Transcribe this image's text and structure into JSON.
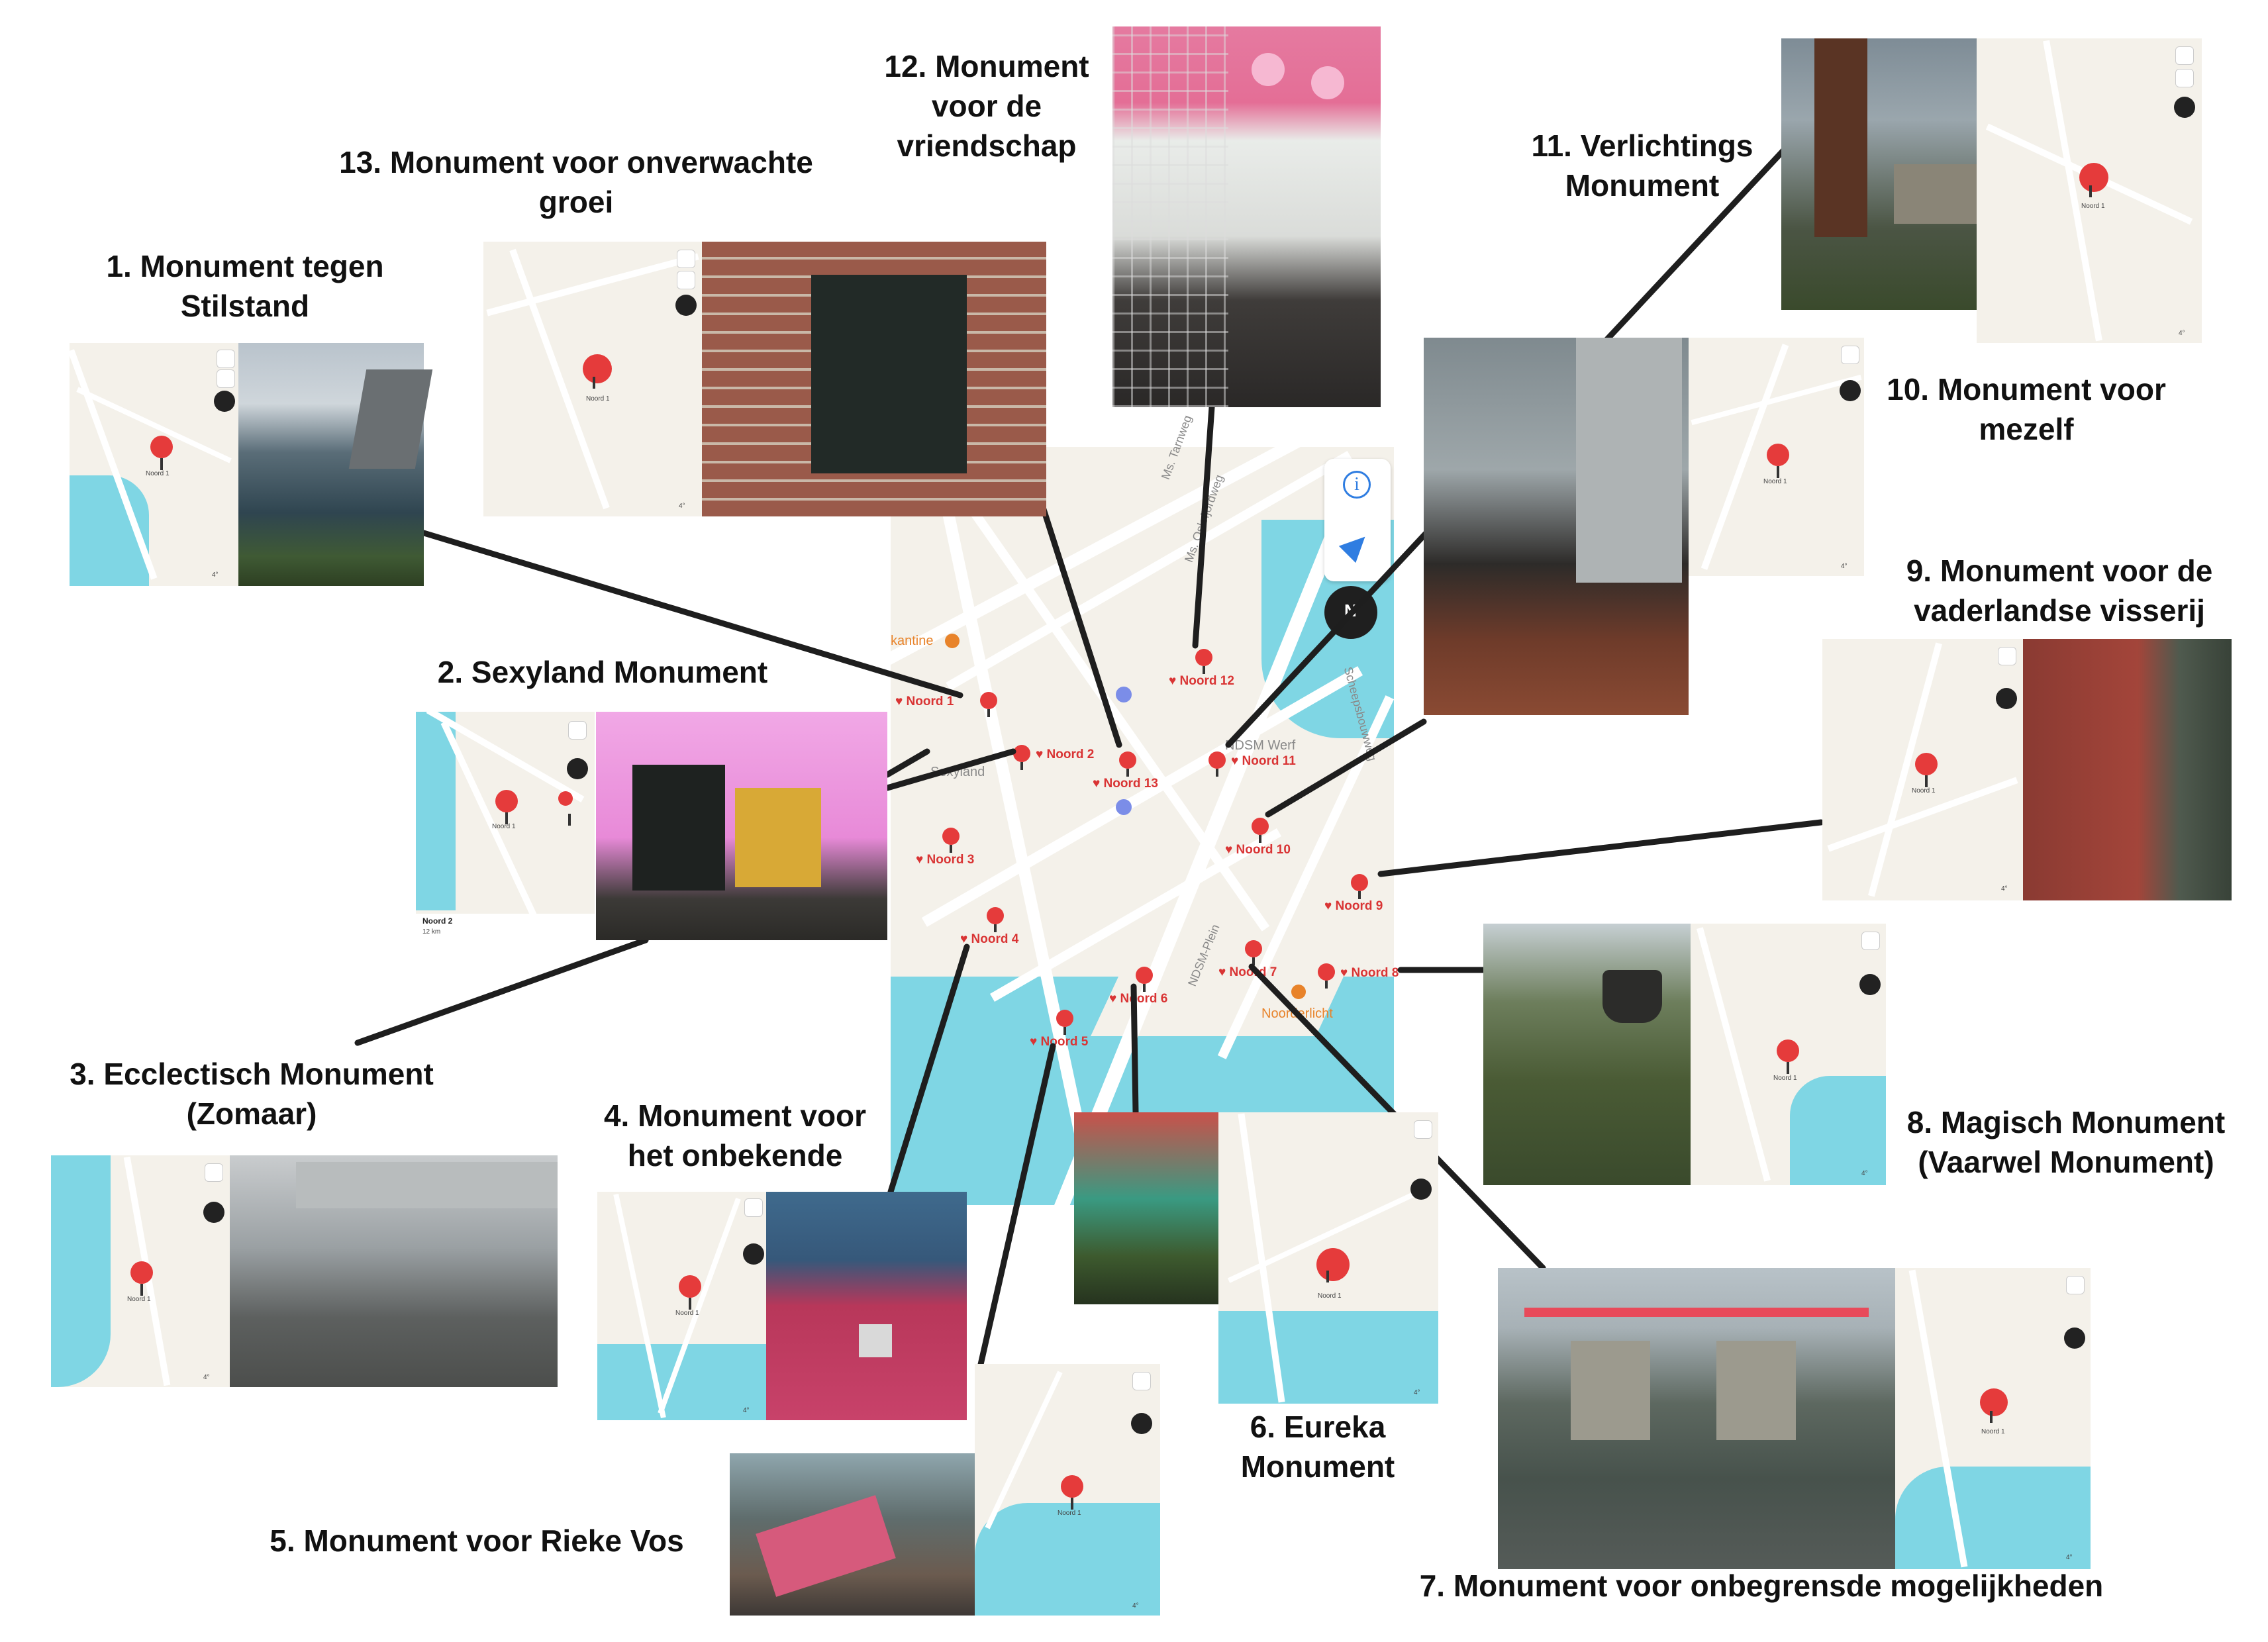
{
  "colors": {
    "map_land": "#f4f1ea",
    "map_water": "#7fd6e4",
    "map_street": "#ffffff",
    "pin": "#e53b3b",
    "pin_label": "#d93434",
    "connector": "#1e1e1e",
    "amenity": "#e8832a"
  },
  "icons": [
    "info-icon",
    "location-arrow-icon",
    "compass-icon",
    "map-pin-icon",
    "heart-icon",
    "fork-knife-icon",
    "bed-icon",
    "weather-cloud-icon"
  ],
  "main_map": {
    "street_labels": [
      "Ms. Oslofjordweg",
      "Ms. Tarnweg",
      "Scheepsbouwweg",
      "NDSM-Plein"
    ],
    "places": [
      "kantine",
      "Sexyland",
      "NDSM Werf",
      "Noorderlicht"
    ],
    "compass_letter": "N",
    "pins": [
      {
        "id": "noord-1",
        "label": "Noord 1"
      },
      {
        "id": "noord-2",
        "label": "Noord 2"
      },
      {
        "id": "noord-3",
        "label": "Noord 3"
      },
      {
        "id": "noord-4",
        "label": "Noord 4"
      },
      {
        "id": "noord-5",
        "label": "Noord 5"
      },
      {
        "id": "noord-6",
        "label": "Noord 6"
      },
      {
        "id": "noord-7",
        "label": "Noord 7"
      },
      {
        "id": "noord-8",
        "label": "Noord 8"
      },
      {
        "id": "noord-9",
        "label": "Noord 9"
      },
      {
        "id": "noord-10",
        "label": "Noord 10"
      },
      {
        "id": "noord-11",
        "label": "Noord  11"
      },
      {
        "id": "noord-12",
        "label": "Noord 12"
      },
      {
        "id": "noord-13",
        "label": "Noord 13"
      }
    ]
  },
  "monuments": [
    {
      "id": "m1",
      "lines": [
        "1. Monument tegen",
        "Stilstand"
      ],
      "mini_pin": "Noord 1"
    },
    {
      "id": "m2",
      "lines": [
        "2. Sexyland Monument"
      ],
      "mini_pin": "Noord 1",
      "mini_title": "Noord 2",
      "mini_sub": "12 km"
    },
    {
      "id": "m3",
      "lines": [
        "3. Ecclectisch Monument",
        "(Zomaar)"
      ],
      "mini_pin": "Noord 1"
    },
    {
      "id": "m4",
      "lines": [
        "4. Monument voor",
        "het onbekende"
      ],
      "mini_pin": "Noord 1"
    },
    {
      "id": "m5",
      "lines": [
        "5. Monument voor Rieke Vos"
      ],
      "mini_pin": "Noord 1"
    },
    {
      "id": "m6",
      "lines": [
        "6. Eureka",
        "Monument"
      ],
      "mini_pin": "Noord 1"
    },
    {
      "id": "m7",
      "lines": [
        "7. Monument voor onbegrensde mogelijkheden"
      ],
      "mini_pin": "Noord 1"
    },
    {
      "id": "m8",
      "lines": [
        "8. Magisch Monument",
        "(Vaarwel Monument)"
      ],
      "mini_pin": "Noord 1"
    },
    {
      "id": "m9",
      "lines": [
        "9. Monument voor de",
        "vaderlandse visserij"
      ],
      "mini_pin": "Noord 1"
    },
    {
      "id": "m10",
      "lines": [
        "10. Monument voor",
        "mezelf"
      ],
      "mini_pin": "Noord 1"
    },
    {
      "id": "m11",
      "lines": [
        "11. Verlichtings",
        "Monument"
      ],
      "mini_pin": "Noord 1"
    },
    {
      "id": "m12",
      "lines": [
        "12. Monument",
        "voor de",
        "vriendschap"
      ]
    },
    {
      "id": "m13",
      "lines": [
        "13. Monument voor onverwachte",
        "groei"
      ],
      "mini_pin": "Noord 1"
    }
  ],
  "weather": "4°"
}
